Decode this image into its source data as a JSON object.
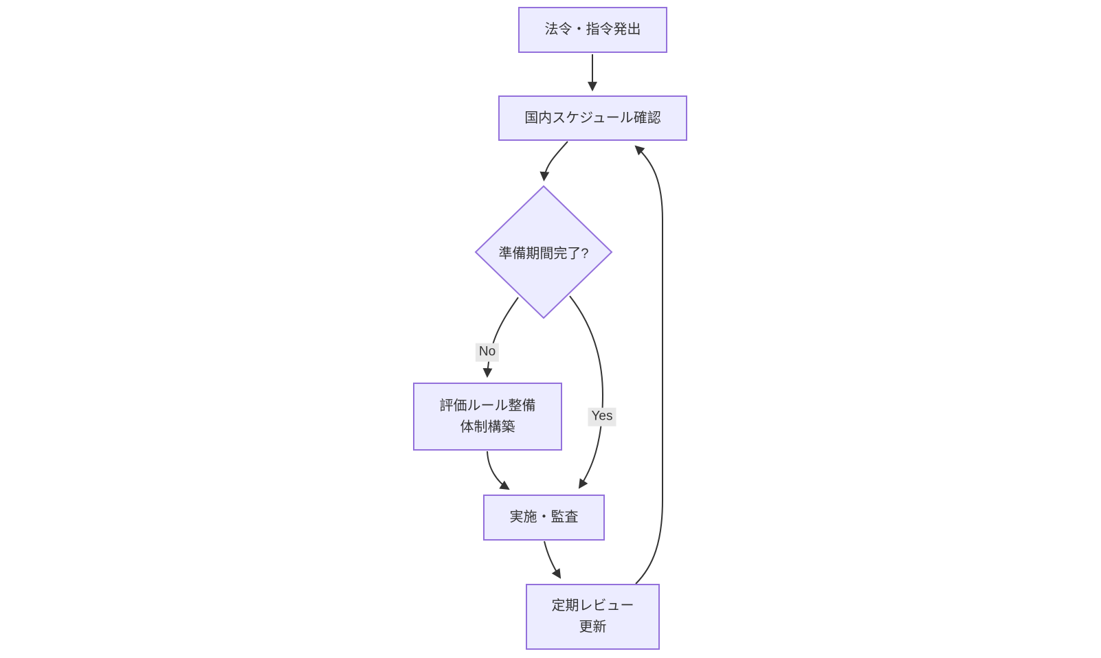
{
  "diagram": {
    "type": "flowchart",
    "direction": "top-down",
    "nodes": [
      {
        "id": "issuance",
        "shape": "rect",
        "lines": [
          "法令・指令発出"
        ]
      },
      {
        "id": "schedule",
        "shape": "rect",
        "lines": [
          "国内スケジュール確認"
        ]
      },
      {
        "id": "prep-complete",
        "shape": "diamond",
        "lines": [
          "準備期間完了?"
        ]
      },
      {
        "id": "rules-setup",
        "shape": "rect",
        "lines": [
          "評価ルール整備",
          "体制構築"
        ]
      },
      {
        "id": "impl-audit",
        "shape": "rect",
        "lines": [
          "実施・監査"
        ]
      },
      {
        "id": "review-update",
        "shape": "rect",
        "lines": [
          "定期レビュー",
          "更新"
        ]
      }
    ],
    "edges": [
      {
        "from": "issuance",
        "to": "schedule",
        "label": ""
      },
      {
        "from": "schedule",
        "to": "prep-complete",
        "label": ""
      },
      {
        "from": "prep-complete",
        "to": "rules-setup",
        "label": "No"
      },
      {
        "from": "prep-complete",
        "to": "impl-audit",
        "label": "Yes"
      },
      {
        "from": "rules-setup",
        "to": "impl-audit",
        "label": ""
      },
      {
        "from": "impl-audit",
        "to": "review-update",
        "label": ""
      },
      {
        "from": "review-update",
        "to": "schedule",
        "label": ""
      }
    ],
    "colors": {
      "node_fill": "#ECECFF",
      "node_border": "#9370DB",
      "edge_stroke": "#333333",
      "label_bg": "#e8e8e8",
      "text_color": "#333333",
      "background": "#ffffff"
    }
  }
}
